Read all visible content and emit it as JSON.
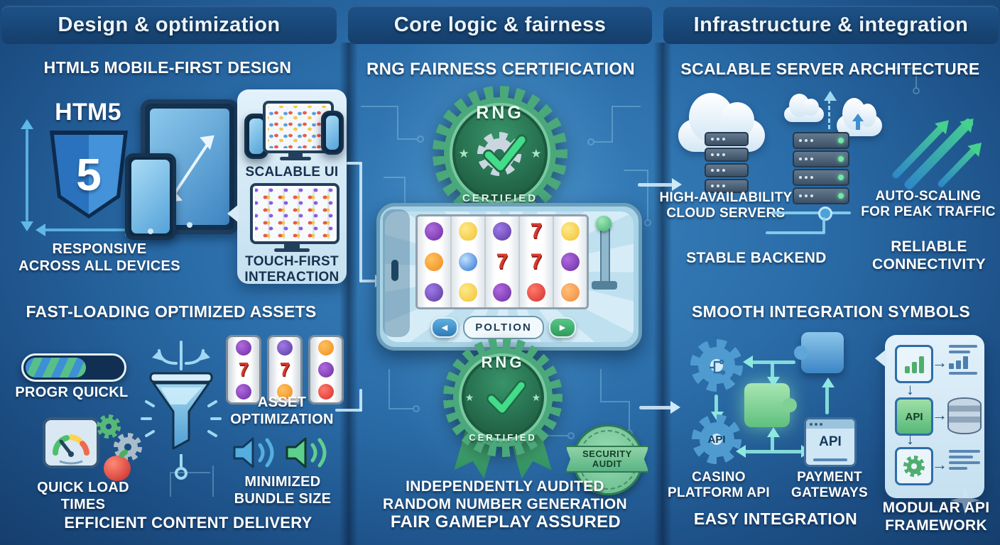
{
  "palette": {
    "background_deep": "#153e6c",
    "background_mid": "#2a6ca8",
    "header_band": "#1d5288",
    "panel_light": "#d7eaf6",
    "badge_green": "#4aa87a",
    "check_green": "#43dc8a",
    "accent_light_blue": "#9fd8f2",
    "teal_arrow": "#8fe8e0",
    "seven_red": "#d93a2f",
    "puzzle_green": "#7ed094",
    "puzzle_blue": "#5ea7d8"
  },
  "icons": {
    "left_arrow": "◀",
    "right_arrow": "▶",
    "star": "★",
    "arrow_right": "→",
    "arrow_down": "↓"
  },
  "headers": [
    {
      "label": "Design & optimization"
    },
    {
      "label": "Core logic & fairness"
    },
    {
      "label": "Infrastructure & integration"
    }
  ],
  "design": {
    "html5_title": "HTML5 MOBILE-FIRST DESIGN",
    "html5_word": "HTM5",
    "shield_digit": "5",
    "responsive_caption": "RESPONSIVE\nACROSS ALL DEVICES",
    "scalable_ui_label": "SCALABLE UI",
    "touch_first_label": "TOUCH-FIRST\nINTERACTION",
    "fast_loading_title": "FAST-LOADING OPTIMIZED ASSETS",
    "progress_caption": "PROGR QUICKL",
    "asset_optimization_label": "ASSET\nOPTIMIZATION",
    "quick_load_label": "QUICK LOAD\nTIMES",
    "minimized_bundle_label": "MINIMIZED\nBUNDLE SIZE",
    "footer": "EFFICIENT CONTENT DELIVERY",
    "mini_reels": [
      [
        "grapes",
        "seven",
        "grapes"
      ],
      [
        "plum",
        "seven",
        "orange"
      ],
      [
        "orange",
        "grapes",
        "tomato"
      ]
    ]
  },
  "core": {
    "title": "RNG FAIRNESS CERTIFICATION",
    "badge_top": {
      "top": "RNG",
      "bottom": "CERTIFIED"
    },
    "badge_bottom": {
      "top": "RNG",
      "bottom": "CERTIFIED"
    },
    "security_stamp": "SECURITY\nAUDIT",
    "slot": {
      "bar_label": "POLTION",
      "reels": [
        [
          "grapes",
          "orange",
          "plum"
        ],
        [
          "lemon",
          "orb",
          "lemon"
        ],
        [
          "plum",
          "seven",
          "grapes"
        ],
        [
          "seven",
          "seven",
          "tomato"
        ],
        [
          "lemon",
          "grapes",
          "peach"
        ]
      ]
    },
    "caption_line1": "INDEPENDENTLY AUDITED\nRANDOM NUMBER GENERATION",
    "caption_line2": "FAIR GAMEPLAY ASSURED"
  },
  "infra": {
    "title1": "SCALABLE SERVER ARCHITECTURE",
    "ha_label": "HIGH-AVAILABILITY\nCLOUD SERVERS",
    "stable_label": "STABLE BACKEND",
    "autoscale_label": "AUTO-SCALING\nFOR PEAK TRAFFIC",
    "reliable_label": "RELIABLE\nCONNECTIVITY",
    "title2": "SMOOTH INTEGRATION SYMBOLS",
    "casino_api_text": "API",
    "casino_api_label": "CASINO\nPLATFORM API",
    "payment_api_text": "API",
    "payment_label": "PAYMENT\nGATEWAYS",
    "easy_label": "EASY INTEGRATION",
    "modular_api_text": "API",
    "modular_label": "MODULAR API\nFRAMEWORK"
  }
}
